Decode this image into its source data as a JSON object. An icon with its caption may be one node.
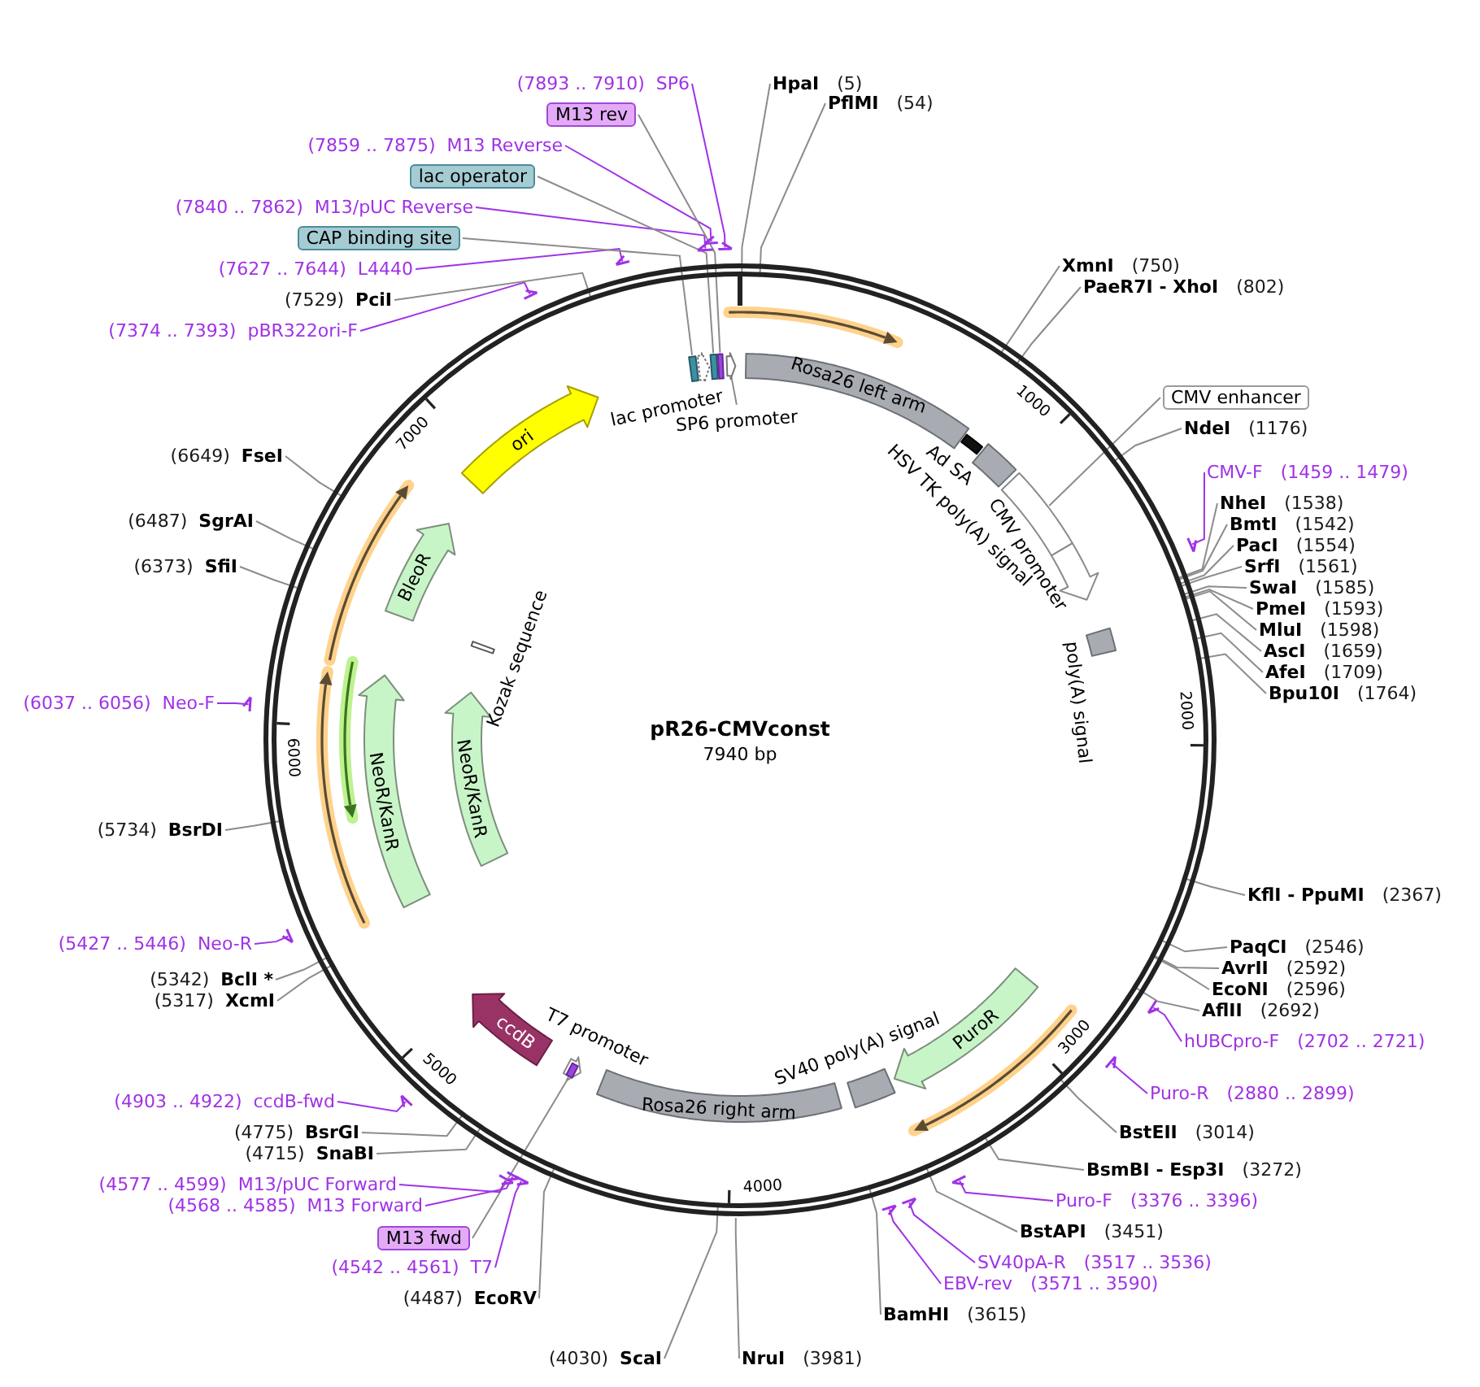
{
  "diagram": {
    "title": "pR26-CMVconst",
    "nodes": [
      {
        "text": [
          "HpaI",
          "(5)"
        ]
      },
      {
        "text": [
          "PflMI",
          "(54)"
        ]
      },
      {
        "text": [
          "XmnI",
          "(750)"
        ]
      },
      {
        "text": [
          "PaeR7I - XhoI",
          "(802)"
        ]
      },
      {
        "text": [
          "CMV enhancer"
        ]
      },
      {
        "text": [
          "NdeI",
          "(1176)"
        ]
      },
      {
        "text": [
          "CMV-F",
          "(1459 .. 1479)"
        ]
      },
      {
        "text": [
          "NheI",
          "(1538)"
        ]
      },
      {
        "text": [
          "BmtI",
          "(1542)"
        ]
      },
      {
        "text": [
          "PacI",
          "(1554)"
        ]
      },
      {
        "text": [
          "SrfI",
          "(1561)"
        ]
      },
      {
        "text": [
          "SwaI",
          "(1585)"
        ]
      },
      {
        "text": [
          "PmeI",
          "(1593)"
        ]
      },
      {
        "text": [
          "MluI",
          "(1598)"
        ]
      },
      {
        "text": [
          "AscI",
          "(1659)"
        ]
      },
      {
        "text": [
          "AfeI",
          "(1709)"
        ]
      },
      {
        "text": [
          "Bpu10I",
          "(1764)"
        ]
      },
      {
        "text": [
          "KflI - PpuMI",
          "(2367)"
        ]
      },
      {
        "text": [
          "PaqCI",
          "(2546)"
        ]
      },
      {
        "text": [
          "AvrII",
          "(2592)"
        ]
      },
      {
        "text": [
          "EcoNI",
          "(2596)"
        ]
      },
      {
        "text": [
          "AflII",
          "(2692)"
        ]
      },
      {
        "text": [
          "hUBCpro-F",
          "(2702 .. 2721)"
        ]
      },
      {
        "text": [
          "Puro-R",
          "(2880 .. 2899)"
        ]
      },
      {
        "text": [
          "BstEII",
          "(3014)"
        ]
      },
      {
        "text": [
          "BsmBI - Esp3I",
          "(3272)"
        ]
      },
      {
        "text": [
          "Puro-F",
          "(3376 .. 3396)"
        ]
      },
      {
        "text": [
          "BstAPI",
          "(3451)"
        ]
      },
      {
        "text": [
          "SV40pA-R",
          "(3517 .. 3536)"
        ]
      },
      {
        "text": [
          "EBV-rev",
          "(3571 .. 3590)"
        ]
      },
      {
        "text": [
          "BamHI",
          "(3615)"
        ]
      },
      {
        "text": [
          "NruI",
          "(3981)"
        ]
      },
      {
        "text": [
          "(4030)",
          "ScaI"
        ]
      },
      {
        "text": [
          "(4487)",
          "EcoRV"
        ]
      },
      {
        "text": [
          "(4542 .. 4561)",
          "T7"
        ]
      },
      {
        "text": [
          "M13 fwd"
        ]
      },
      {
        "text": [
          "(4568 .. 4585)",
          "M13 Forward"
        ]
      },
      {
        "text": [
          "(4577 .. 4599)",
          "M13/pUC Forward"
        ]
      },
      {
        "text": [
          "(4715)",
          "SnaBI"
        ]
      },
      {
        "text": [
          "(4775)",
          "BsrGI"
        ]
      },
      {
        "text": [
          "(4903 .. 4922)",
          "ccdB-fwd"
        ]
      },
      {
        "text": [
          "(5317)",
          "XcmI"
        ]
      },
      {
        "text": [
          "(5342)",
          "BclI *"
        ]
      },
      {
        "text": [
          "(5427 .. 5446)",
          "Neo-R"
        ]
      },
      {
        "text": [
          "(5734)",
          "BsrDI"
        ]
      },
      {
        "text": [
          "(6037 .. 6056)",
          "Neo-F"
        ]
      },
      {
        "text": [
          "(6373)",
          "SfiI"
        ]
      },
      {
        "text": [
          "(6487)",
          "SgrAI"
        ]
      },
      {
        "text": [
          "(6649)",
          "FseI"
        ]
      },
      {
        "text": [
          "(7374 .. 7393)",
          "pBR322ori-F"
        ]
      },
      {
        "text": [
          "(7529)",
          "PciI"
        ]
      },
      {
        "text": [
          "(7627 .. 7644)",
          "L4440"
        ]
      },
      {
        "text": [
          "CAP binding site"
        ]
      },
      {
        "text": [
          "(7840 .. 7862)",
          "M13/pUC Reverse"
        ]
      },
      {
        "text": [
          "lac operator"
        ]
      },
      {
        "text": [
          "(7859 .. 7875)",
          "M13 Reverse"
        ]
      },
      {
        "text": [
          "M13 rev"
        ]
      },
      {
        "text": [
          "(7893 .. 7910)",
          "SP6"
        ]
      },
      {
        "text": [
          "Rosa26 left arm"
        ]
      },
      {
        "text": [],
        "shape": "bar",
        "beside": [
          "Ad SA"
        ]
      },
      {
        "text": [],
        "shape": "box",
        "beside": [
          "HSV TK poly(A) signal"
        ]
      },
      {
        "text": [],
        "shape": "box"
      },
      {
        "text": [],
        "shape": "arrow",
        "beside": [
          "CMV promoter"
        ]
      },
      {
        "text": [],
        "shape": "box",
        "beside": [
          "poly(A) signal"
        ]
      },
      {
        "text": [
          "PuroR"
        ]
      },
      {
        "text": [],
        "shape": "box",
        "beside": [
          "SV40 poly(A) signal"
        ]
      },
      {
        "text": [
          "Rosa26 right arm"
        ]
      },
      {
        "text": [],
        "shape": "arrow",
        "beside": [
          "T7 promoter"
        ]
      },
      {
        "text": [],
        "shape": "box",
        "in": 67
      },
      {
        "text": [
          "ccdB"
        ]
      },
      {
        "text": [
          "NeoR/KanR"
        ]
      },
      {
        "text": [
          "NeoR/KanR"
        ]
      },
      {
        "text": [],
        "shape": "box",
        "beside": [
          "Kozak sequence"
        ]
      },
      {
        "text": [
          "BleoR"
        ]
      },
      {
        "text": [
          "ori"
        ]
      },
      {
        "text": [],
        "shape": "box"
      },
      {
        "text": [],
        "shape": "arrow",
        "beside": [
          "lac promoter"
        ]
      },
      {
        "text": [],
        "shape": "box"
      },
      {
        "text": [],
        "shape": "box"
      },
      {
        "text": [],
        "shape": "arrow"
      },
      {
        "text": [
          "SP6 promoter"
        ]
      },
      {
        "text": [],
        "shape": "arrow"
      },
      {
        "text": [],
        "shape": "arrow"
      },
      {
        "text": [],
        "shape": "arrow"
      },
      {
        "text": [],
        "shape": "arrow"
      },
      {
        "text": [],
        "shape": "arrow"
      },
      {
        "text": [],
        "shape": "arrow"
      },
      {
        "text": [],
        "shape": "arrow"
      },
      {
        "text": [],
        "shape": "arrow"
      },
      {
        "text": [],
        "shape": "arrow"
      },
      {
        "text": [],
        "shape": "arrow"
      },
      {
        "text": [],
        "shape": "arrow"
      },
      {
        "text": [],
        "shape": "arrow"
      },
      {
        "text": [],
        "shape": "arrow"
      },
      {
        "text": [],
        "shape": "arrow"
      },
      {
        "text": [],
        "shape": "arrow"
      },
      {
        "text": [],
        "shape": "arrow"
      },
      {
        "text": [],
        "shape": "arrow"
      }
    ],
    "edges": [
      {
        "from": 0,
        "to": null,
        "arrow": "none"
      },
      {
        "from": 1,
        "to": null,
        "arrow": "none"
      },
      {
        "from": 2,
        "to": null,
        "arrow": "none"
      },
      {
        "from": 3,
        "to": null,
        "arrow": "none"
      },
      {
        "from": 4,
        "to": 61,
        "arrow": "none"
      },
      {
        "from": 5,
        "to": null,
        "arrow": "none"
      },
      {
        "from": 6,
        "to": 81,
        "arrow": "none",
        "color": "#a032e6"
      },
      {
        "from": 7,
        "to": null,
        "arrow": "none"
      },
      {
        "from": 8,
        "to": null,
        "arrow": "none"
      },
      {
        "from": 9,
        "to": null,
        "arrow": "none"
      },
      {
        "from": 10,
        "to": null,
        "arrow": "none"
      },
      {
        "from": 11,
        "to": null,
        "arrow": "none"
      },
      {
        "from": 12,
        "to": null,
        "arrow": "none"
      },
      {
        "from": 13,
        "to": null,
        "arrow": "none"
      },
      {
        "from": 14,
        "to": null,
        "arrow": "none"
      },
      {
        "from": 15,
        "to": null,
        "arrow": "none"
      },
      {
        "from": 16,
        "to": null,
        "arrow": "none"
      },
      {
        "from": 17,
        "to": null,
        "arrow": "none"
      },
      {
        "from": 18,
        "to": null,
        "arrow": "none"
      },
      {
        "from": 19,
        "to": null,
        "arrow": "none"
      },
      {
        "from": 20,
        "to": null,
        "arrow": "none"
      },
      {
        "from": 21,
        "to": null,
        "arrow": "none"
      },
      {
        "from": 22,
        "to": 82,
        "arrow": "none",
        "color": "#a032e6"
      },
      {
        "from": 23,
        "to": 83,
        "arrow": "none",
        "color": "#a032e6"
      },
      {
        "from": 24,
        "to": null,
        "arrow": "none"
      },
      {
        "from": 25,
        "to": null,
        "arrow": "none"
      },
      {
        "from": 26,
        "to": 84,
        "arrow": "none",
        "color": "#a032e6"
      },
      {
        "from": 27,
        "to": null,
        "arrow": "none"
      },
      {
        "from": 28,
        "to": 85,
        "arrow": "none",
        "color": "#a032e6"
      },
      {
        "from": 29,
        "to": 86,
        "arrow": "none",
        "color": "#a032e6"
      },
      {
        "from": 30,
        "to": null,
        "arrow": "none"
      },
      {
        "from": 31,
        "to": null,
        "arrow": "none"
      },
      {
        "from": 32,
        "to": null,
        "arrow": "none"
      },
      {
        "from": 33,
        "to": null,
        "arrow": "none"
      },
      {
        "from": 34,
        "to": 87,
        "arrow": "none",
        "color": "#a032e6"
      },
      {
        "from": 35,
        "to": 68,
        "arrow": "none"
      },
      {
        "from": 36,
        "to": 88,
        "arrow": "none",
        "color": "#a032e6"
      },
      {
        "from": 37,
        "to": 89,
        "arrow": "none",
        "color": "#a032e6"
      },
      {
        "from": 38,
        "to": null,
        "arrow": "none"
      },
      {
        "from": 39,
        "to": null,
        "arrow": "none"
      },
      {
        "from": 40,
        "to": 90,
        "arrow": "none",
        "color": "#a032e6"
      },
      {
        "from": 41,
        "to": null,
        "arrow": "none"
      },
      {
        "from": 42,
        "to": null,
        "arrow": "none"
      },
      {
        "from": 43,
        "to": 91,
        "arrow": "none",
        "color": "#a032e6"
      },
      {
        "from": 44,
        "to": null,
        "arrow": "none"
      },
      {
        "from": 45,
        "to": 92,
        "arrow": "none",
        "color": "#a032e6"
      },
      {
        "from": 46,
        "to": null,
        "arrow": "none"
      },
      {
        "from": 47,
        "to": null,
        "arrow": "none"
      },
      {
        "from": 48,
        "to": null,
        "arrow": "none"
      },
      {
        "from": 49,
        "to": 93,
        "arrow": "none",
        "color": "#a032e6"
      },
      {
        "from": 50,
        "to": null,
        "arrow": "none"
      },
      {
        "from": 51,
        "to": 94,
        "arrow": "none",
        "color": "#a032e6"
      },
      {
        "from": 52,
        "to": 75,
        "arrow": "none"
      },
      {
        "from": 53,
        "to": 95,
        "arrow": "none",
        "color": "#a032e6"
      },
      {
        "from": 54,
        "to": 77,
        "arrow": "none"
      },
      {
        "from": 55,
        "to": 96,
        "arrow": "none",
        "color": "#a032e6"
      },
      {
        "from": 56,
        "to": 78,
        "arrow": "none"
      },
      {
        "from": 57,
        "to": 97,
        "arrow": "none",
        "color": "#a032e6"
      },
      {
        "from": 80,
        "to": 79,
        "arrow": "none"
      }
    ],
    "labels": [
      "1000",
      "2000",
      "3000",
      "4000",
      "5000",
      "6000",
      "7000",
      "7940 bp"
    ]
  }
}
